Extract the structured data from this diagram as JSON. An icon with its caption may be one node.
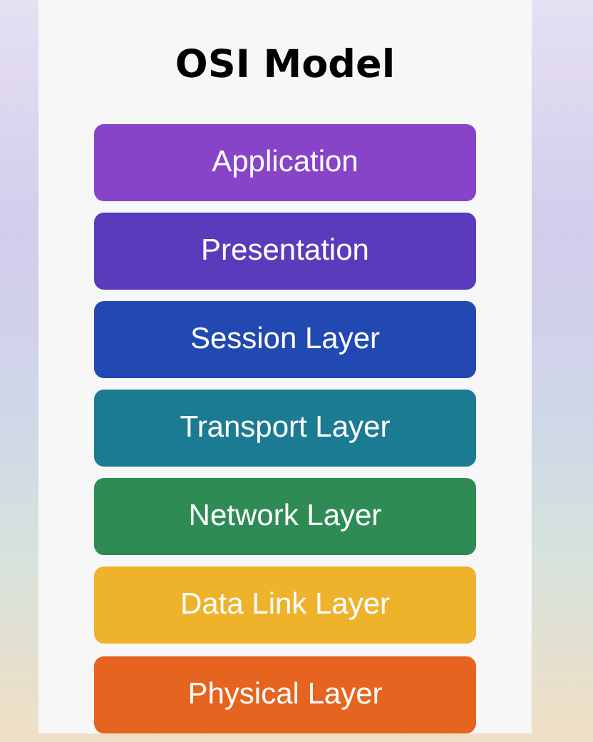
{
  "diagram": {
    "title": "OSI Model",
    "nodes": [
      {
        "text": [
          "Application"
        ]
      },
      {
        "text": [
          "Presentation"
        ]
      },
      {
        "text": [
          "Session Layer"
        ]
      },
      {
        "text": [
          "Transport Layer"
        ]
      },
      {
        "text": [
          "Network Layer"
        ]
      },
      {
        "text": [
          "Data Link Layer"
        ]
      },
      {
        "text": [
          "Physical Layer"
        ]
      }
    ]
  }
}
